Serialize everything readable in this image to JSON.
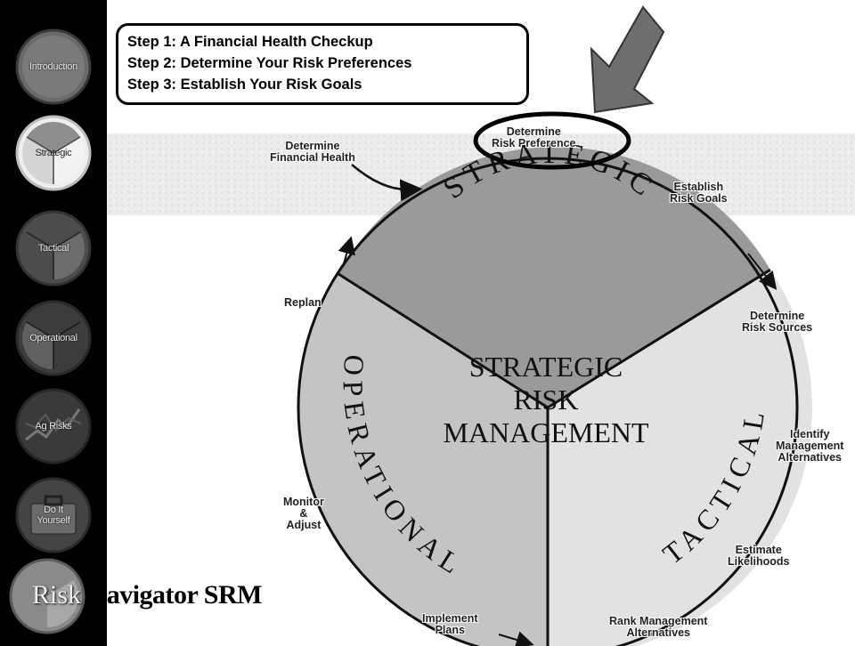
{
  "sidebar": {
    "items": [
      {
        "label": "Introduction"
      },
      {
        "label": "Strategic"
      },
      {
        "label": "Tactical"
      },
      {
        "label": "Operational"
      },
      {
        "label": "Ag Risks"
      },
      {
        "label": "Do It Yourself"
      }
    ]
  },
  "steps": [
    "Step 1: A Financial Health Checkup",
    "Step 2: Determine Your Risk Preferences",
    "Step 3: Establish Your Risk Goals"
  ],
  "diagram": {
    "center": [
      "STRATEGIC",
      "RISK",
      "MANAGEMENT"
    ],
    "sectors": {
      "strategic": "STRATEGIC",
      "tactical": "TACTICAL",
      "operational": "OPERATIONAL"
    },
    "labels": {
      "determine_risk_preference": [
        "Determine",
        "Risk Preference"
      ],
      "determine_financial_health": [
        "Determine",
        "Financial Health"
      ],
      "establish_risk_goals": [
        "Establish",
        "Risk Goals"
      ],
      "replan": [
        "Replan"
      ],
      "determine_risk_sources": [
        "Determine",
        "Risk Sources"
      ],
      "identify_management_alternatives": [
        "Identify",
        "Management",
        "Alternatives"
      ],
      "monitor_adjust": [
        "Monitor",
        "&",
        "Adjust"
      ],
      "estimate_likelihoods": [
        "Estimate",
        "Likelihoods"
      ],
      "implement_plans": [
        "Implement",
        "Plans"
      ],
      "rank_management_alternatives": [
        "Rank Management",
        "Alternatives"
      ]
    }
  },
  "brand": {
    "part1": "Risk ",
    "part2": "Navigator SRM"
  },
  "colors": {
    "strategic": "#9a9a9a",
    "operational": "#c4c4c4",
    "tactical": "#e0e0e0",
    "arrow": "#6e6e6e"
  }
}
